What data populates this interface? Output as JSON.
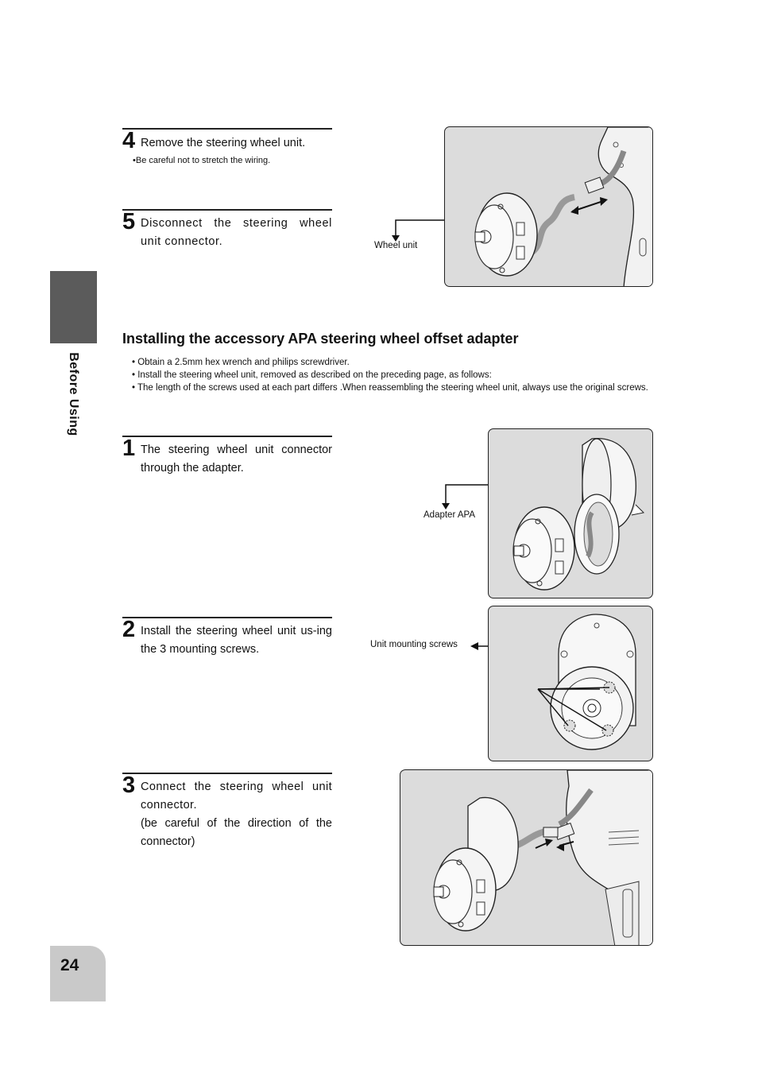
{
  "sidebar": {
    "section_label": "Before Using"
  },
  "page": {
    "number": "24"
  },
  "steps_top": [
    {
      "num": "4",
      "text": "Remove the steering wheel unit.",
      "note": "•Be careful not to stretch the wiring."
    },
    {
      "num": "5",
      "text": "Disconnect the steering wheel unit connector."
    }
  ],
  "figure1": {
    "callout": "Wheel unit"
  },
  "section": {
    "title": "Installing the accessory APA steering wheel offset adapter",
    "bullets": [
      "• Obtain a 2.5mm hex wrench and philips screwdriver.",
      "• Install the steering wheel unit, removed as described on the preceding page, as follows:",
      "• The length of the screws used at each part differs .When reassembling the steering wheel unit, always use the original screws."
    ]
  },
  "steps_bottom": [
    {
      "num": "1",
      "text": "The steering wheel unit connector through the adapter."
    },
    {
      "num": "2",
      "text": "Install the steering wheel unit us-ing the 3 mounting screws."
    },
    {
      "num": "3",
      "text": "Connect the steering wheel unit connector.",
      "text2": "(be careful of the direction of the connector)"
    }
  ],
  "figure2": {
    "callout": "Adapter APA"
  },
  "figure3": {
    "callout": "Unit mounting screws"
  }
}
